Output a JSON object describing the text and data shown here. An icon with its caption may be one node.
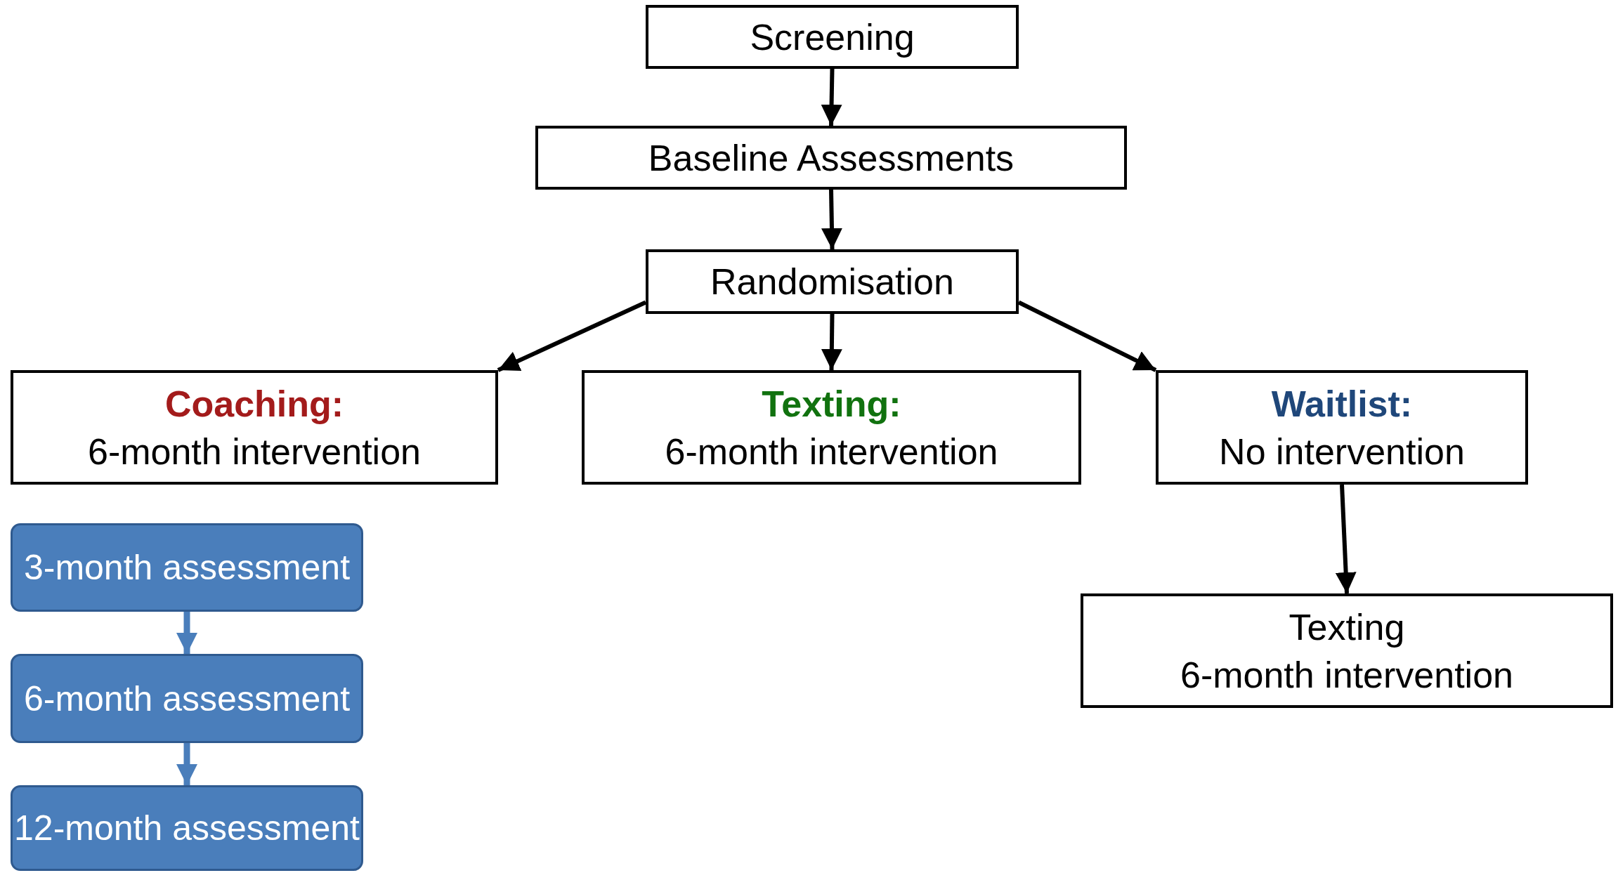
{
  "diagram": {
    "nodes": [
      {
        "text": [
          "Screening"
        ]
      },
      {
        "text": [
          "Baseline Assessments"
        ]
      },
      {
        "text": [
          "Randomisation"
        ]
      },
      {
        "text": [
          "Coaching:",
          "6-month intervention"
        ]
      },
      {
        "text": [
          "Texting:",
          "6-month intervention"
        ]
      },
      {
        "text": [
          "Waitlist:",
          "No intervention"
        ]
      },
      {
        "text": [
          "3-month assessment"
        ]
      },
      {
        "text": [
          "6-month assessment"
        ]
      },
      {
        "text": [
          "12-month assessment"
        ]
      },
      {
        "text": [
          "Texting",
          "6-month intervention"
        ]
      }
    ],
    "edges": [
      {
        "from": 0,
        "to": 1,
        "arrow": "to"
      },
      {
        "from": 1,
        "to": 2,
        "arrow": "to"
      },
      {
        "from": 2,
        "to": 3,
        "arrow": "to"
      },
      {
        "from": 2,
        "to": 4,
        "arrow": "to"
      },
      {
        "from": 2,
        "to": 5,
        "arrow": "to"
      },
      {
        "from": 5,
        "to": 9,
        "arrow": "to"
      },
      {
        "from": 6,
        "to": 7,
        "arrow": "to",
        "color": "#4a7ebb"
      },
      {
        "from": 7,
        "to": 8,
        "arrow": "to",
        "color": "#4a7ebb"
      }
    ]
  }
}
